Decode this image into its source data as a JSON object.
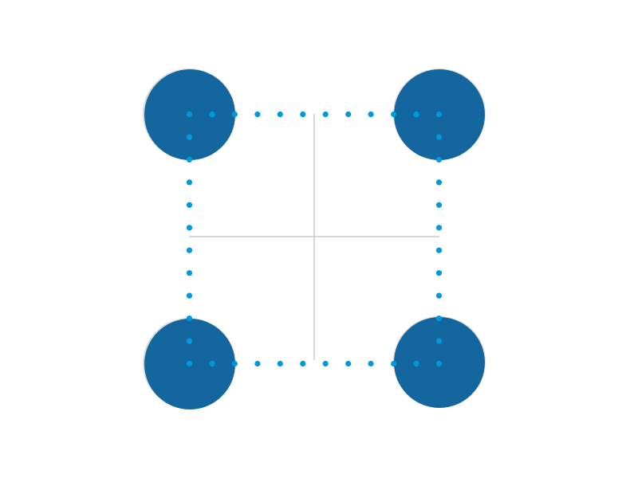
{
  "colors": {
    "background": "#ffffff",
    "corner_circle": "#13679e",
    "circle_rim": "#d9d9d9",
    "dot": "#0099dd",
    "crosshair": "#cccccc"
  },
  "diagram": {
    "corner_circles": [
      "top-left",
      "top-right",
      "bottom-left",
      "bottom-right"
    ],
    "dotted_outline": {
      "dots_per_side": 12
    }
  }
}
